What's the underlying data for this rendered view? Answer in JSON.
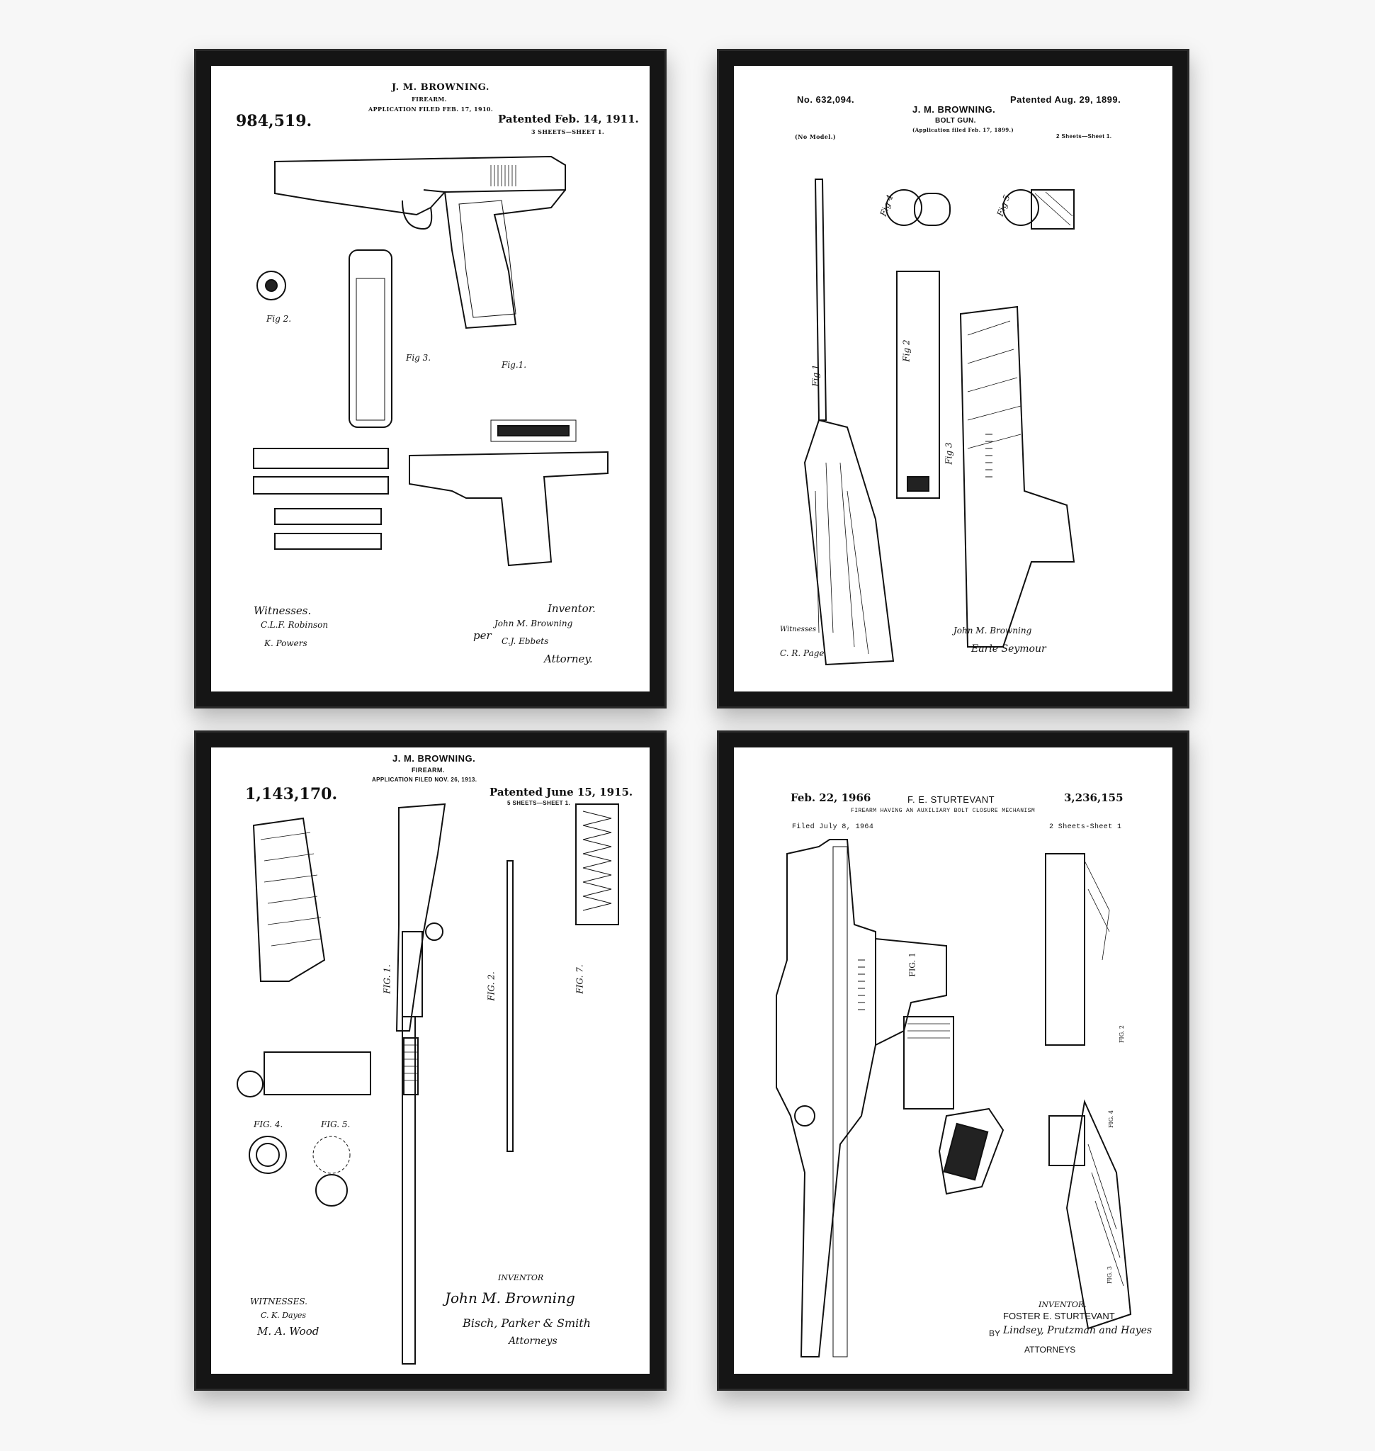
{
  "posters": [
    {
      "patent_number": "984,519.",
      "inventor": "J. M. BROWNING.",
      "title": "FIREARM.",
      "application": "APPLICATION FILED FEB. 17, 1910.",
      "patented": "Patented Feb. 14, 1911.",
      "sheets": "3 SHEETS—SHEET 1.",
      "figs": [
        "Fig 2.",
        "Fig 3.",
        "Fig.1."
      ],
      "witnesses_label": "Witnesses.",
      "inventor_label": "Inventor.",
      "per_label": "per",
      "attorney_label": "Attorney.",
      "signatures": [
        "C.L.F. Robinson",
        "K. Powers",
        "John M. Browning",
        "C.J. Ebbets"
      ]
    },
    {
      "patent_number": "No. 632,094.",
      "inventor": "J. M. BROWNING.",
      "title": "BOLT GUN.",
      "application": "(Application filed Feb. 17, 1899.)",
      "patented": "Patented Aug. 29, 1899.",
      "model": "(No Model.)",
      "sheets": "2 Sheets—Sheet 1.",
      "figs": [
        "Fig 1",
        "Fig 2",
        "Fig 3",
        "Fig 4",
        "Fig 5"
      ],
      "signatures": [
        "Witnesses",
        "C. R. Page",
        "John M. Browning",
        "Earle Seymour"
      ]
    },
    {
      "patent_number": "1,143,170.",
      "inventor": "J. M. BROWNING.",
      "title": "FIREARM.",
      "application": "APPLICATION FILED NOV. 26, 1913.",
      "patented": "Patented June 15, 1915.",
      "sheets": "5 SHEETS—SHEET 1.",
      "figs": [
        "FIG. 1.",
        "FIG. 2.",
        "FIG. 7.",
        "FIG. 4.",
        "FIG. 5."
      ],
      "witnesses_label": "WITNESSES.",
      "inventor_label": "INVENTOR",
      "attorney_label": "Attorneys",
      "signatures": [
        "C. K. Dayes",
        "M. A. Wood",
        "John M. Browning",
        "Bisch, Parker & Smith"
      ]
    },
    {
      "patented": "Feb. 22, 1966",
      "inventor": "F. E. STURTEVANT",
      "patent_number": "3,236,155",
      "title": "FIREARM HAVING AN AUXILIARY BOLT CLOSURE MECHANISM",
      "filed": "Filed July 8, 1964",
      "sheets": "2 Sheets-Sheet 1",
      "figs": [
        "FIG. 1",
        "FIG. 2",
        "FIG. 4",
        "FIG. 3"
      ],
      "inventor_label": "INVENTOR.",
      "inventor_full": "FOSTER E. STURTEVANT",
      "by_label": "BY",
      "attorney_signature": "Lindsey, Prutzman and Hayes",
      "attorney_label": "ATTORNEYS"
    }
  ]
}
